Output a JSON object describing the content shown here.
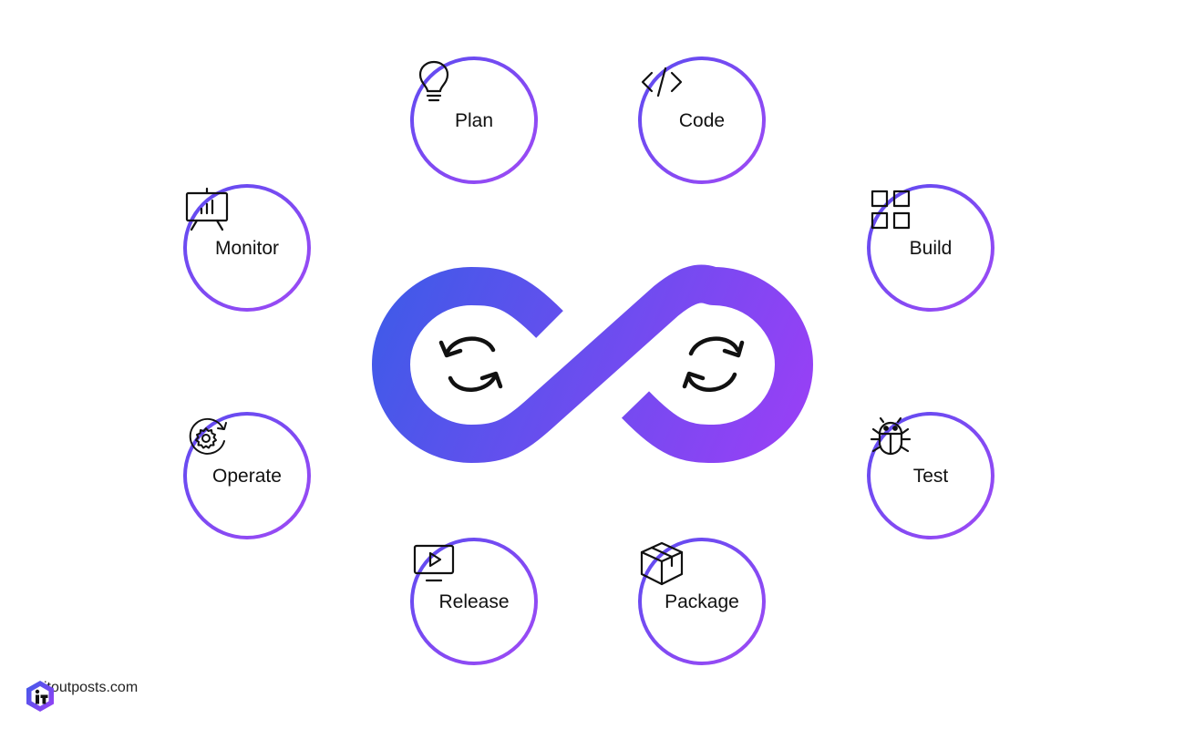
{
  "colors": {
    "gradient_start": "#3d5be8",
    "gradient_end": "#9b3ff6",
    "ring_start": "#5b4bf0",
    "ring_end": "#a14af5",
    "icon": "#111111"
  },
  "loop": {
    "left_icon": "sync-arrows-icon",
    "right_icon": "sync-arrows-icon"
  },
  "stages": {
    "plan": {
      "label": "Plan",
      "icon": "lightbulb-icon"
    },
    "code": {
      "label": "Code",
      "icon": "code-brackets-icon"
    },
    "build": {
      "label": "Build",
      "icon": "grid-blocks-icon"
    },
    "test": {
      "label": "Test",
      "icon": "bug-icon"
    },
    "package": {
      "label": "Package",
      "icon": "box-icon"
    },
    "release": {
      "label": "Release",
      "icon": "monitor-play-icon"
    },
    "operate": {
      "label": "Operate",
      "icon": "gear-cycle-icon"
    },
    "monitor": {
      "label": "Monitor",
      "icon": "presentation-chart-icon"
    }
  },
  "footer": {
    "site": "itoutposts.com",
    "logo_icon": "itoutposts-logo-icon"
  }
}
